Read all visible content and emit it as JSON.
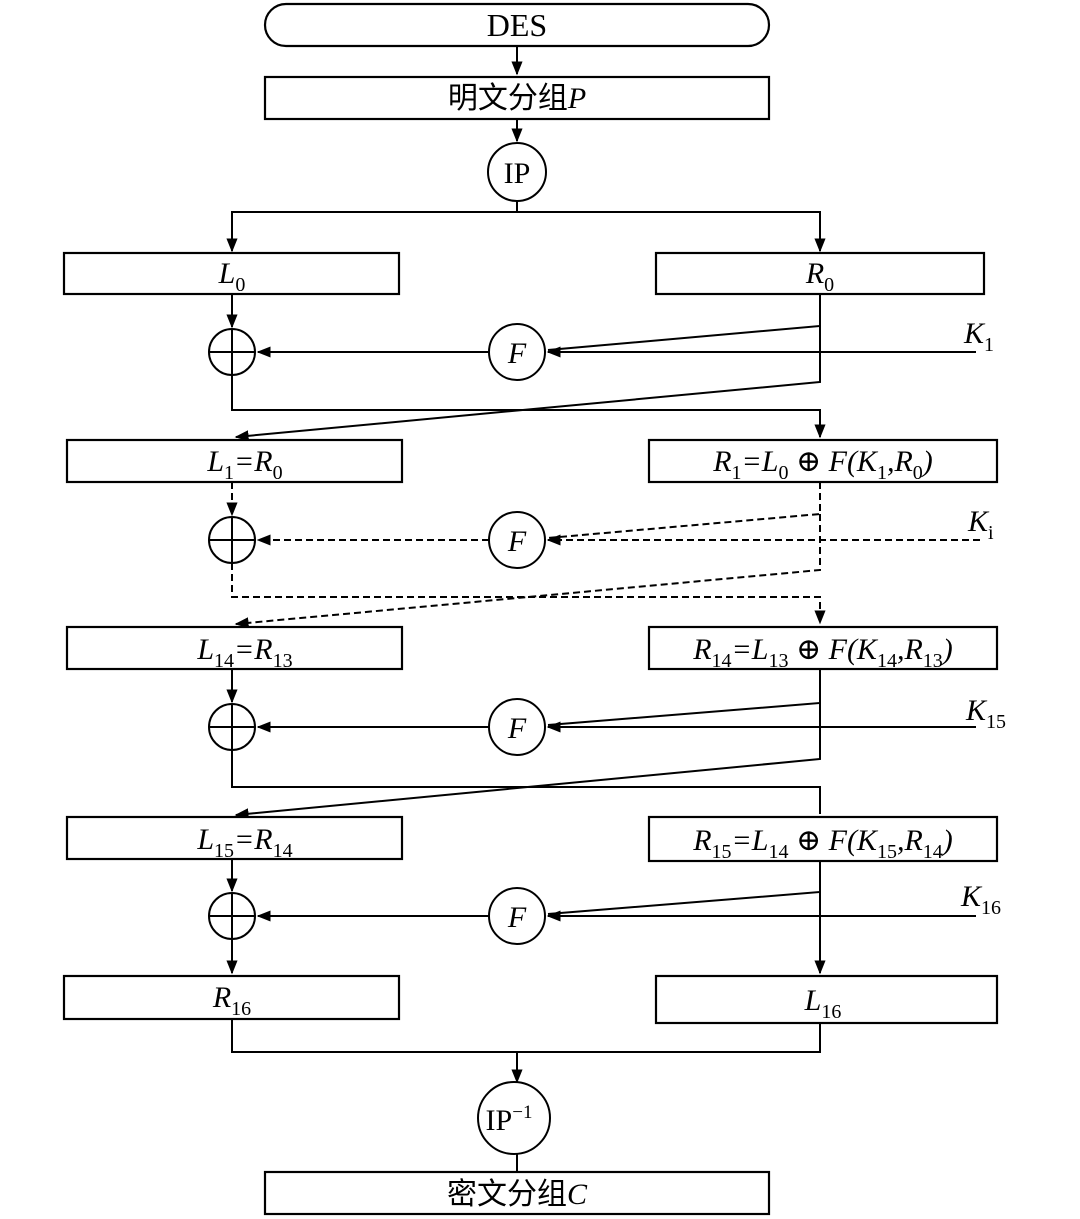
{
  "diagram": {
    "title": "DES",
    "plaintext_label": "明文分组",
    "plaintext_symbol": "P",
    "ip_label": "IP",
    "ip_inverse_label": "IP",
    "ip_inverse_sup": "−1",
    "ciphertext_label": "密文分组",
    "ciphertext_symbol": "C",
    "f_label": "F",
    "rounds": {
      "r0": {
        "left": [
          "L",
          "0"
        ],
        "right": [
          "R",
          "0"
        ]
      },
      "r1": {
        "left": [
          "L",
          "1",
          "=R",
          "0"
        ],
        "right": [
          "R",
          "1",
          "=L",
          "0",
          " ⊕ F(K",
          "1",
          ",R",
          "0",
          ")"
        ]
      },
      "r14": {
        "left": [
          "L",
          "14",
          "=R",
          "13"
        ],
        "right": [
          "R",
          "14",
          "=L",
          "13",
          " ⊕ F(K",
          "14",
          ",R",
          "13",
          ")"
        ]
      },
      "r15": {
        "left": [
          "L",
          "15",
          "=R",
          "14"
        ],
        "right": [
          "R",
          "15",
          "=L",
          "14",
          " ⊕ F(K",
          "15",
          ",R",
          "14",
          ")"
        ]
      },
      "r16": {
        "left": [
          "R",
          "16"
        ],
        "right": [
          "L",
          "16"
        ]
      }
    },
    "keys": {
      "k1": [
        "K",
        "1"
      ],
      "ki": [
        "K",
        "i"
      ],
      "k15": [
        "K",
        "15"
      ],
      "k16": [
        "K",
        "16"
      ]
    }
  }
}
